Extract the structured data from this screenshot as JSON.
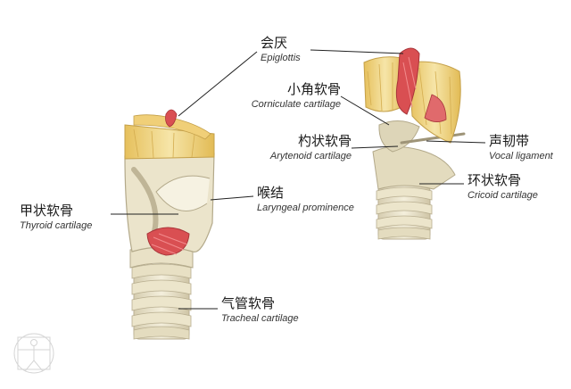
{
  "labels": {
    "epiglottis": {
      "zh": "会厌",
      "en": "Epiglottis"
    },
    "corniculate": {
      "zh": "小角软骨",
      "en": "Corniculate cartilage"
    },
    "arytenoid": {
      "zh": "杓状软骨",
      "en": "Arytenoid cartilage"
    },
    "vocal": {
      "zh": "声韧带",
      "en": "Vocal ligament"
    },
    "thyroid": {
      "zh": "甲状软骨",
      "en": "Thyroid cartilage"
    },
    "laryngeal": {
      "zh": "喉结",
      "en": "Laryngeal prominence"
    },
    "cricoid": {
      "zh": "环状软骨",
      "en": "Cricoid cartilage"
    },
    "tracheal": {
      "zh": "气管软骨",
      "en": "Tracheal cartilage"
    }
  },
  "colors": {
    "cartilage": "#ebe3c8",
    "yellow_cartilage": "#efd27a",
    "muscle": "#d94f52",
    "shadow": "#c9c1a8",
    "leader": "#222222"
  },
  "logo_icon": "vitruvian-man-icon"
}
